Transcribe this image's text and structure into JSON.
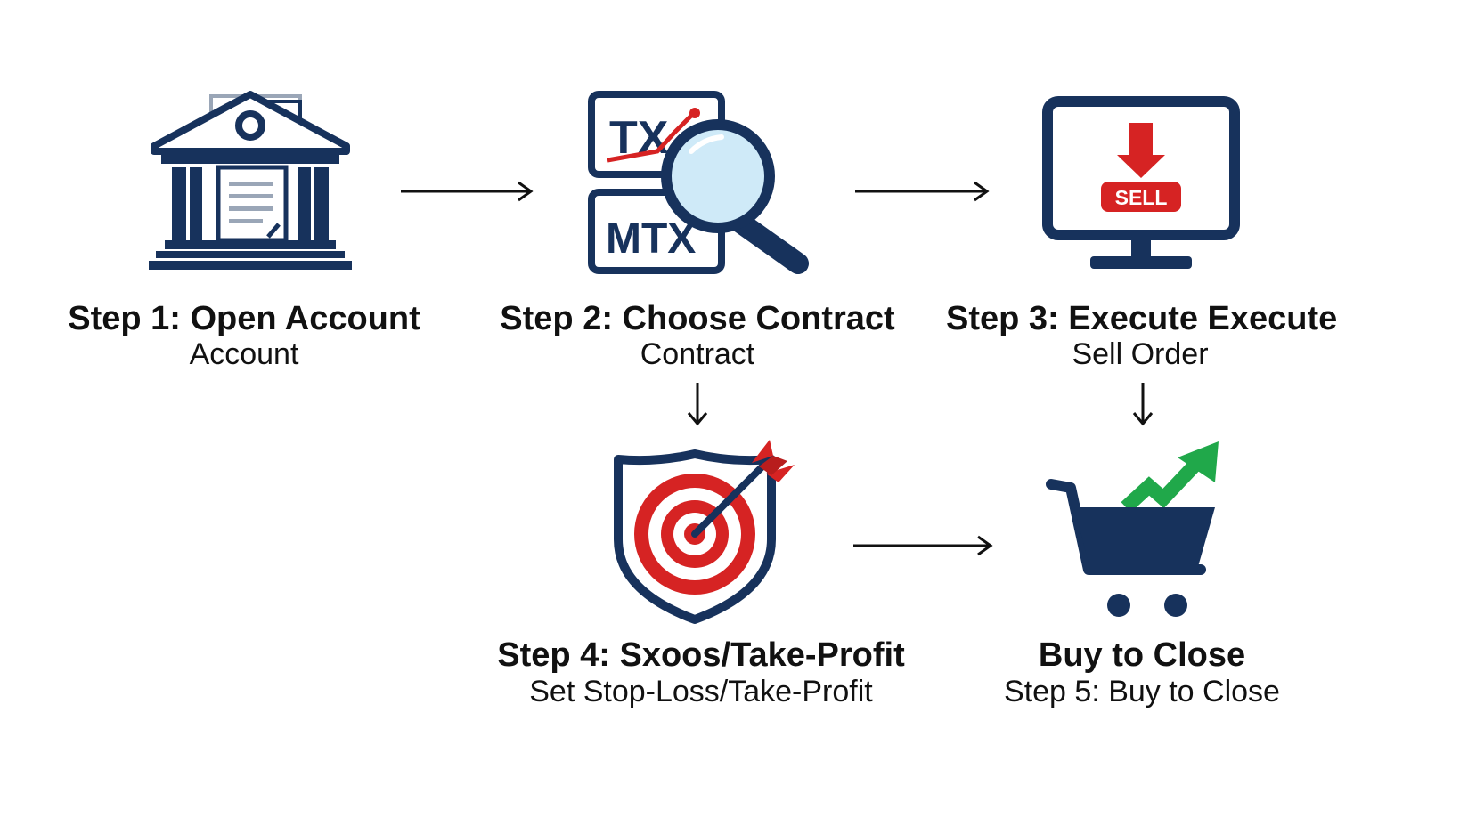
{
  "colors": {
    "navy": "#17325c",
    "red": "#d62323",
    "green": "#20a84a",
    "light_blue": "#cfeaf8",
    "text": "#111111",
    "arrow": "#111111"
  },
  "steps": [
    {
      "title": "Step 1: Open Account",
      "subtitle": "Account",
      "icon": "bank-icon"
    },
    {
      "title": "Step 2: Choose Contract",
      "subtitle": "Contract",
      "icon": "contract-search-icon",
      "icon_labels": [
        "TX",
        "MTX"
      ]
    },
    {
      "title": "Step 3: Execute Execute",
      "subtitle": "Sell Order",
      "icon": "sell-monitor-icon",
      "button_label": "SELL"
    },
    {
      "title": "Step 4: Sxoos/Take-Profit",
      "subtitle": "Set Stop-Loss/Take-Profit",
      "icon": "target-shield-icon"
    },
    {
      "title": "Buy to Close",
      "subtitle": "Step 5: Buy to Close",
      "icon": "cart-chart-icon"
    }
  ]
}
